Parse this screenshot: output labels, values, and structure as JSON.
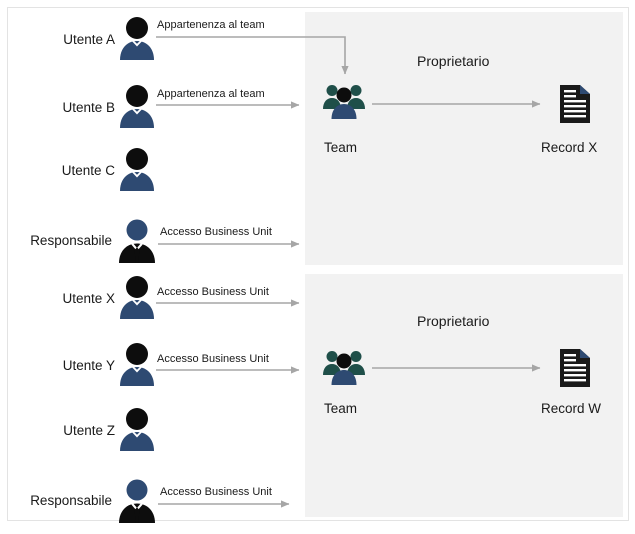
{
  "diagram": {
    "title": "Team ownership and business unit access diagram",
    "colors": {
      "page_background": "#ffffff",
      "panel_background": "#f2f2f2",
      "frame_border": "#e3e3e3",
      "connector": "#a6a6a6",
      "user_body": "#2e4a72",
      "user_head": "#0d0d0d",
      "manager_head": "#2e4a72",
      "manager_suit": "#0d0d0d",
      "team_back": "#1f4f49",
      "team_front_body": "#2e4a72",
      "team_front_head": "#0d0d0d",
      "record_page": "#1a1a1a",
      "record_fold": "#2e4a72",
      "text": "#1a1a1a"
    },
    "left_column": {
      "actors": [
        {
          "id": "utente-a",
          "label": "Utente A",
          "icon": "user-icon"
        },
        {
          "id": "utente-b",
          "label": "Utente B",
          "icon": "user-icon"
        },
        {
          "id": "utente-c",
          "label": "Utente C",
          "icon": "user-icon"
        },
        {
          "id": "responsabile-1",
          "label": "Responsabile",
          "icon": "manager-icon"
        },
        {
          "id": "utente-x",
          "label": "Utente X",
          "icon": "user-icon"
        },
        {
          "id": "utente-y",
          "label": "Utente Y",
          "icon": "user-icon"
        },
        {
          "id": "utente-z",
          "label": "Utente Z",
          "icon": "user-icon"
        },
        {
          "id": "responsabile-2",
          "label": "Responsabile",
          "icon": "manager-icon"
        }
      ]
    },
    "connections": [
      {
        "id": "conn-utente-a",
        "from": "utente-a",
        "to": "team-1",
        "label": "Appartenenza al team",
        "style": "elbow-down"
      },
      {
        "id": "conn-utente-b",
        "from": "utente-b",
        "to": "team-1",
        "label": "Appartenenza al team",
        "style": "straight"
      },
      {
        "id": "conn-responsabile-1",
        "from": "responsabile-1",
        "to": "panel-1",
        "label": "Accesso Business Unit",
        "style": "straight"
      },
      {
        "id": "conn-utente-x",
        "from": "utente-x",
        "to": "panel-2",
        "label": "Accesso Business Unit",
        "style": "straight"
      },
      {
        "id": "conn-utente-y",
        "from": "utente-y",
        "to": "panel-2",
        "label": "Accesso Business Unit",
        "style": "straight"
      },
      {
        "id": "conn-responsabile-2",
        "from": "responsabile-2",
        "to": "panel-2",
        "label": "Accesso Business Unit",
        "style": "straight"
      },
      {
        "id": "conn-owner-1",
        "from": "team-1",
        "to": "record-x",
        "label": "Proprietario",
        "style": "straight"
      },
      {
        "id": "conn-owner-2",
        "from": "team-2",
        "to": "record-w",
        "label": "Proprietario",
        "style": "straight"
      }
    ],
    "panels": [
      {
        "id": "panel-1",
        "title": "Proprietario",
        "team": {
          "id": "team-1",
          "label": "Team",
          "icon": "team-icon"
        },
        "record": {
          "id": "record-x",
          "label": "Record X",
          "icon": "document-icon"
        }
      },
      {
        "id": "panel-2",
        "title": "Proprietario",
        "team": {
          "id": "team-2",
          "label": "Team",
          "icon": "team-icon"
        },
        "record": {
          "id": "record-w",
          "label": "Record W",
          "icon": "document-icon"
        }
      }
    ]
  }
}
